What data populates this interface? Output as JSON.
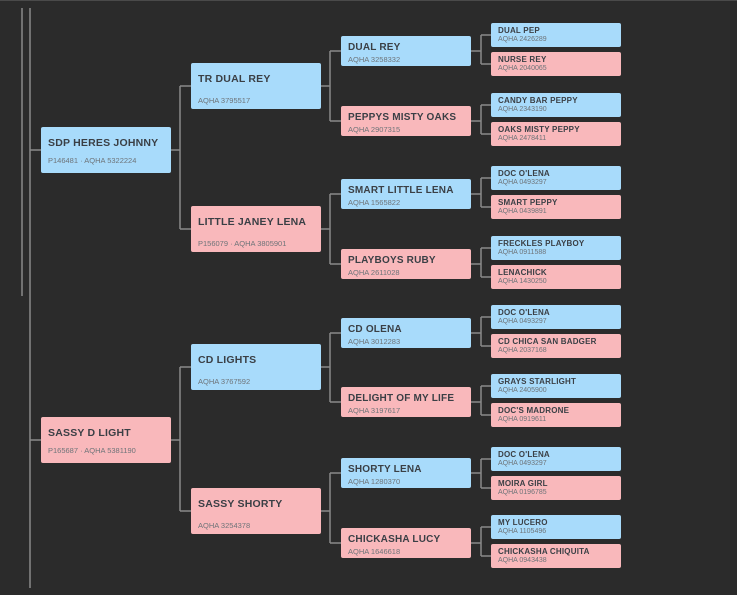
{
  "colors": {
    "male": "#a8dbfb",
    "female": "#f9b8bb",
    "line": "#8a8a8a",
    "background": "#2b2b2b"
  },
  "pedigree": {
    "sire": {
      "name": "SDP HERES JOHNNY",
      "reg": "P146481 · AQHA 5322224",
      "sex": "m"
    },
    "dam": {
      "name": "SASSY D LIGHT",
      "reg": "P165687 · AQHA 5381190",
      "sex": "f"
    },
    "g2": [
      {
        "name": "TR DUAL REY",
        "reg": "AQHA 3795517",
        "sex": "m"
      },
      {
        "name": "LITTLE JANEY LENA",
        "reg": "P156079 · AQHA 3805901",
        "sex": "f"
      },
      {
        "name": "CD LIGHTS",
        "reg": "AQHA 3767592",
        "sex": "m"
      },
      {
        "name": "SASSY SHORTY",
        "reg": "AQHA 3254378",
        "sex": "f"
      }
    ],
    "g3": [
      {
        "name": "DUAL REY",
        "reg": "AQHA 3258332",
        "sex": "m"
      },
      {
        "name": "PEPPYS MISTY OAKS",
        "reg": "AQHA 2907315",
        "sex": "f"
      },
      {
        "name": "SMART LITTLE LENA",
        "reg": "AQHA 1565822",
        "sex": "m"
      },
      {
        "name": "PLAYBOYS RUBY",
        "reg": "AQHA 2611028",
        "sex": "f"
      },
      {
        "name": "CD OLENA",
        "reg": "AQHA 3012283",
        "sex": "m"
      },
      {
        "name": "DELIGHT OF MY LIFE",
        "reg": "AQHA 3197617",
        "sex": "f"
      },
      {
        "name": "SHORTY LENA",
        "reg": "AQHA 1280370",
        "sex": "m"
      },
      {
        "name": "CHICKASHA LUCY",
        "reg": "AQHA 1646618",
        "sex": "f"
      }
    ],
    "g4": [
      {
        "name": "DUAL PEP",
        "reg": "AQHA 2426289",
        "sex": "m"
      },
      {
        "name": "NURSE REY",
        "reg": "AQHA 2040065",
        "sex": "f"
      },
      {
        "name": "CANDY BAR PEPPY",
        "reg": "AQHA 2343190",
        "sex": "m"
      },
      {
        "name": "OAKS MISTY PEPPY",
        "reg": "AQHA 2478411",
        "sex": "f"
      },
      {
        "name": "DOC O'LENA",
        "reg": "AQHA 0493297",
        "sex": "m"
      },
      {
        "name": "SMART PEPPY",
        "reg": "AQHA 0439891",
        "sex": "f"
      },
      {
        "name": "FRECKLES PLAYBOY",
        "reg": "AQHA 0911588",
        "sex": "m"
      },
      {
        "name": "LENACHICK",
        "reg": "AQHA 1430250",
        "sex": "f"
      },
      {
        "name": "DOC O'LENA",
        "reg": "AQHA 0493297",
        "sex": "m"
      },
      {
        "name": "CD CHICA SAN BADGER",
        "reg": "AQHA 2037168",
        "sex": "f"
      },
      {
        "name": "GRAYS STARLIGHT",
        "reg": "AQHA 2405900",
        "sex": "m"
      },
      {
        "name": "DOC'S MADRONE",
        "reg": "AQHA 0919611",
        "sex": "f"
      },
      {
        "name": "DOC O'LENA",
        "reg": "AQHA 0493297",
        "sex": "m"
      },
      {
        "name": "MOIRA GIRL",
        "reg": "AQHA 0196785",
        "sex": "f"
      },
      {
        "name": "MY LUCERO",
        "reg": "AQHA 1105496",
        "sex": "m"
      },
      {
        "name": "CHICKASHA CHIQUITA",
        "reg": "AQHA 0943438",
        "sex": "f"
      }
    ]
  }
}
